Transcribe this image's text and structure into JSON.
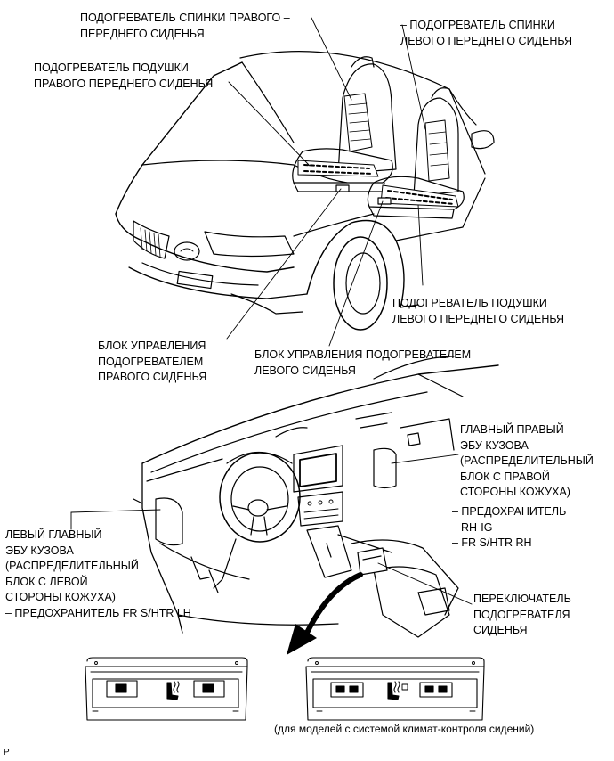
{
  "labels": {
    "right_back_heater": [
      "ПОДОГРЕВАТЕЛЬ СПИНКИ ПРАВОГО –",
      "ПЕРЕДНЕГО СИДЕНЬЯ"
    ],
    "left_back_heater": [
      "– ПОДОГРЕВАТЕЛЬ СПИНКИ",
      "ЛЕВОГО ПЕРЕДНЕГО СИДЕНЬЯ"
    ],
    "right_cushion_heater": [
      "ПОДОГРЕВАТЕЛЬ ПОДУШКИ",
      "ПРАВОГО ПЕРЕДНЕГО СИДЕНЬЯ"
    ],
    "left_cushion_heater": [
      "ПОДОГРЕВАТЕЛЬ ПОДУШКИ",
      "ЛЕВОГО ПЕРЕДНЕГО СИДЕНЬЯ"
    ],
    "right_heater_control": [
      "БЛОК УПРАВЛЕНИЯ",
      "ПОДОГРЕВАТЕЛЕМ",
      "ПРАВОГО СИДЕНЬЯ"
    ],
    "left_heater_control": [
      "БЛОК УПРАВЛЕНИЯ ПОДОГРЕВАТЕЛЕМ",
      "ЛЕВОГО СИДЕНЬЯ"
    ],
    "main_right_ecu": [
      "ГЛАВНЫЙ ПРАВЫЙ",
      "ЭБУ КУЗОВА",
      "(РАСПРЕДЕЛИТЕЛЬНЫЙ",
      "БЛОК С ПРАВОЙ",
      "СТОРОНЫ КОЖУХА)"
    ],
    "right_fuses": [
      "– ПРЕДОХРАНИТЕЛЬ",
      "RH-IG",
      "– FR S/HTR RH"
    ],
    "main_left_ecu": [
      "ЛЕВЫЙ ГЛАВНЫЙ",
      "ЭБУ КУЗОВА",
      "(РАСПРЕДЕЛИТЕЛЬНЫЙ",
      "БЛОК С ЛЕВОЙ",
      "СТОРОНЫ КОЖУХА)"
    ],
    "left_fuse": [
      "– ПРЕДОХРАНИТЕЛЬ FR S/HTR LH"
    ],
    "seat_heater_switch": [
      "ПЕРЕКЛЮЧАТЕЛЬ",
      "ПОДОГРЕВАТЕЛЯ",
      "СИДЕНЬЯ"
    ],
    "climate_note": [
      "(для моделей с системой климат-контроля сидений)"
    ],
    "corner_mark": [
      "P"
    ]
  },
  "colors": {
    "line": "#000000",
    "background": "#ffffff",
    "fill_light": "#ffffff",
    "fill_dark": "#000000"
  },
  "icons": [
    "seat-heater-icon"
  ]
}
